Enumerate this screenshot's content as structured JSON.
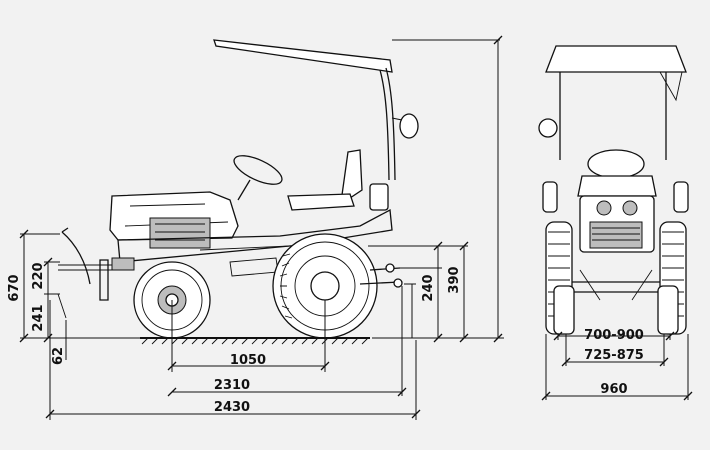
{
  "dimensions": {
    "height_overall": "670",
    "height_upper": "220",
    "height_lower": "241",
    "ground_clearance": "62",
    "wheelbase": "1050",
    "length_hitch": "2310",
    "length_overall": "2430",
    "pto_height": "240",
    "hitch_height": "390",
    "track_range_1": "700-900",
    "track_range_2": "725-875",
    "width_overall": "960"
  }
}
